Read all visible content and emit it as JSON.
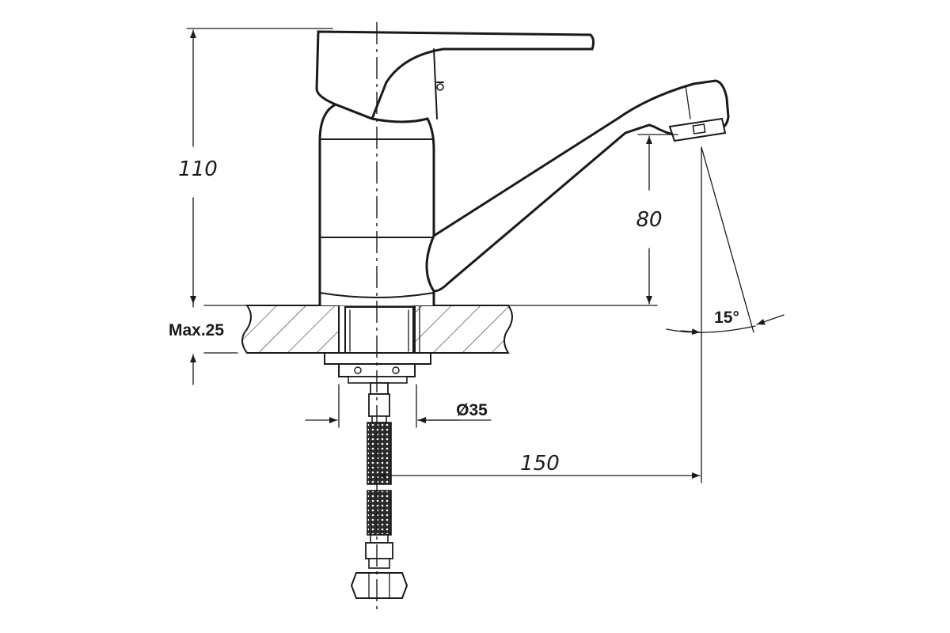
{
  "dimensions": {
    "total_height": "110",
    "spout_height": "80",
    "spout_reach": "150",
    "mount_diameter": "Ø35",
    "max_thickness": "Max.25",
    "spout_angle": "15°"
  },
  "colors": {
    "line": "#1a1a1a",
    "background": "#ffffff"
  }
}
